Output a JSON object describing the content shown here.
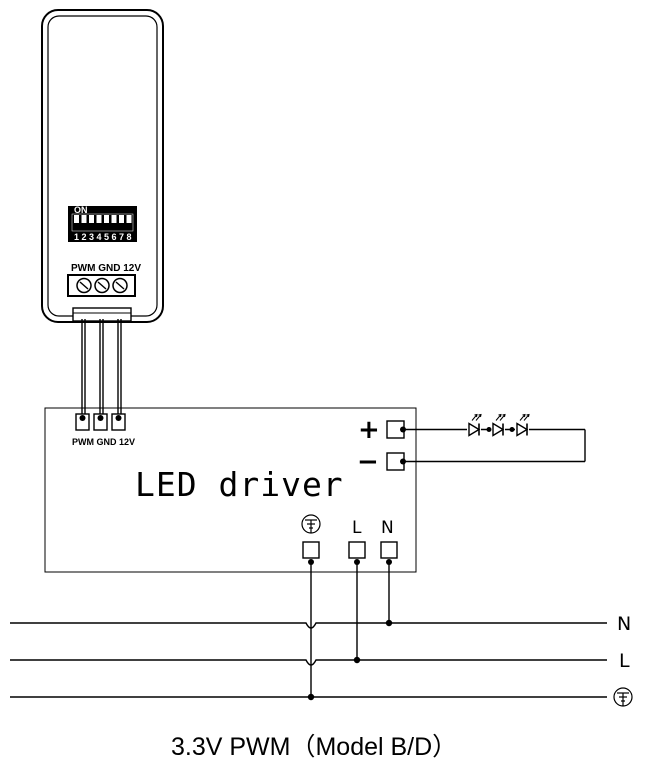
{
  "controller": {
    "dip_switch_label": "ON",
    "dip_numbers": [
      "1",
      "2",
      "3",
      "4",
      "5",
      "6",
      "7",
      "8"
    ],
    "terminal_label": "PWM GND 12V"
  },
  "driver": {
    "title": "LED driver",
    "input_terminal_label": "PWM GND 12V",
    "plus_symbol": "+",
    "minus_symbol": "−",
    "live_label": "L",
    "neutral_label": "N",
    "earth_icon": "earth-ground-icon",
    "led_icon": "led-diode-icon"
  },
  "mains": {
    "neutral_label": "N",
    "live_label": "L",
    "earth_icon": "earth-ground-icon"
  },
  "caption": "3.3V PWM（Model B/D）"
}
